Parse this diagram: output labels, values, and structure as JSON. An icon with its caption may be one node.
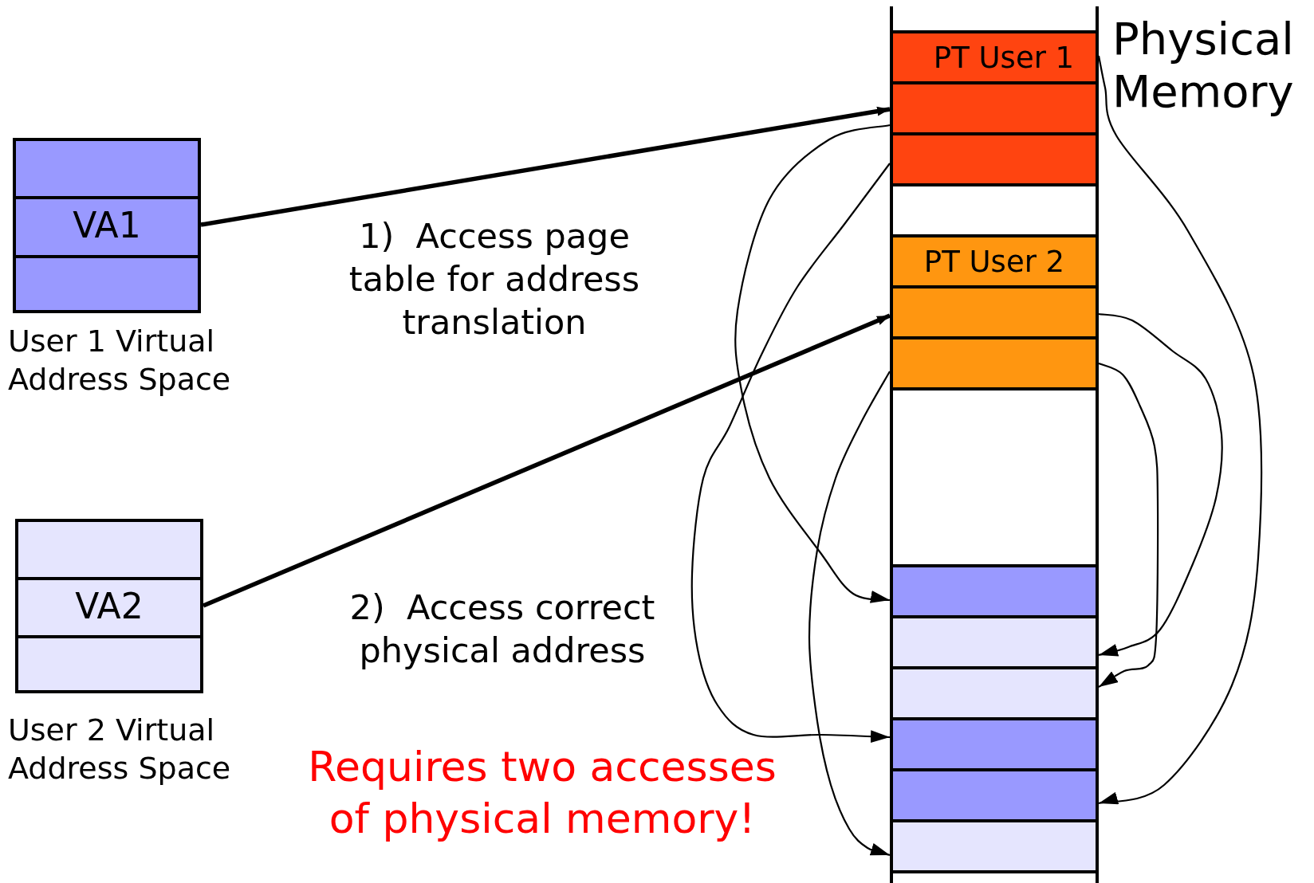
{
  "diagram": {
    "nodes": [
      {
        "text": [
          "VA1"
        ],
        "beside": [
          "User 1 Virtual Address Space"
        ]
      },
      {
        "text": [
          "VA2"
        ],
        "beside": [
          "User 2 Virtual Address Space"
        ]
      },
      {
        "text": [],
        "shape": "box",
        "beside": [
          "Physical Memory"
        ]
      },
      {
        "text": [
          "PT User 1"
        ],
        "in": 2
      },
      {
        "text": [],
        "shape": "box",
        "in": 2
      },
      {
        "text": [],
        "shape": "box",
        "in": 2
      },
      {
        "text": [
          "PT User 2"
        ],
        "in": 2
      },
      {
        "text": [],
        "shape": "box",
        "in": 2
      },
      {
        "text": [],
        "shape": "box",
        "in": 2
      },
      {
        "text": [],
        "shape": "box",
        "in": 2
      },
      {
        "text": [],
        "shape": "box",
        "in": 2
      },
      {
        "text": [],
        "shape": "box",
        "in": 2
      },
      {
        "text": [],
        "shape": "box",
        "in": 2
      },
      {
        "text": [],
        "shape": "box",
        "in": 2
      },
      {
        "text": [],
        "shape": "box",
        "in": 2
      }
    ],
    "edges": [
      {
        "from": 0,
        "to": 4,
        "arrow": "to",
        "style": "thick"
      },
      {
        "from": 1,
        "to": 7,
        "arrow": "to",
        "style": "thick"
      },
      {
        "from": 4,
        "to": 9,
        "arrow": "to"
      },
      {
        "from": 5,
        "to": 12,
        "arrow": "to"
      },
      {
        "from": 8,
        "to": 14,
        "arrow": "to"
      },
      {
        "from": 3,
        "to": 13,
        "arrow": "to"
      },
      {
        "from": 7,
        "to": 10,
        "arrow": "to"
      },
      {
        "from": 8,
        "to": 11,
        "arrow": "to"
      }
    ],
    "labels": [
      "1)  Access page table for address translation",
      "2)  Access correct physical address",
      "Requires two accesses of physical memory!"
    ]
  }
}
